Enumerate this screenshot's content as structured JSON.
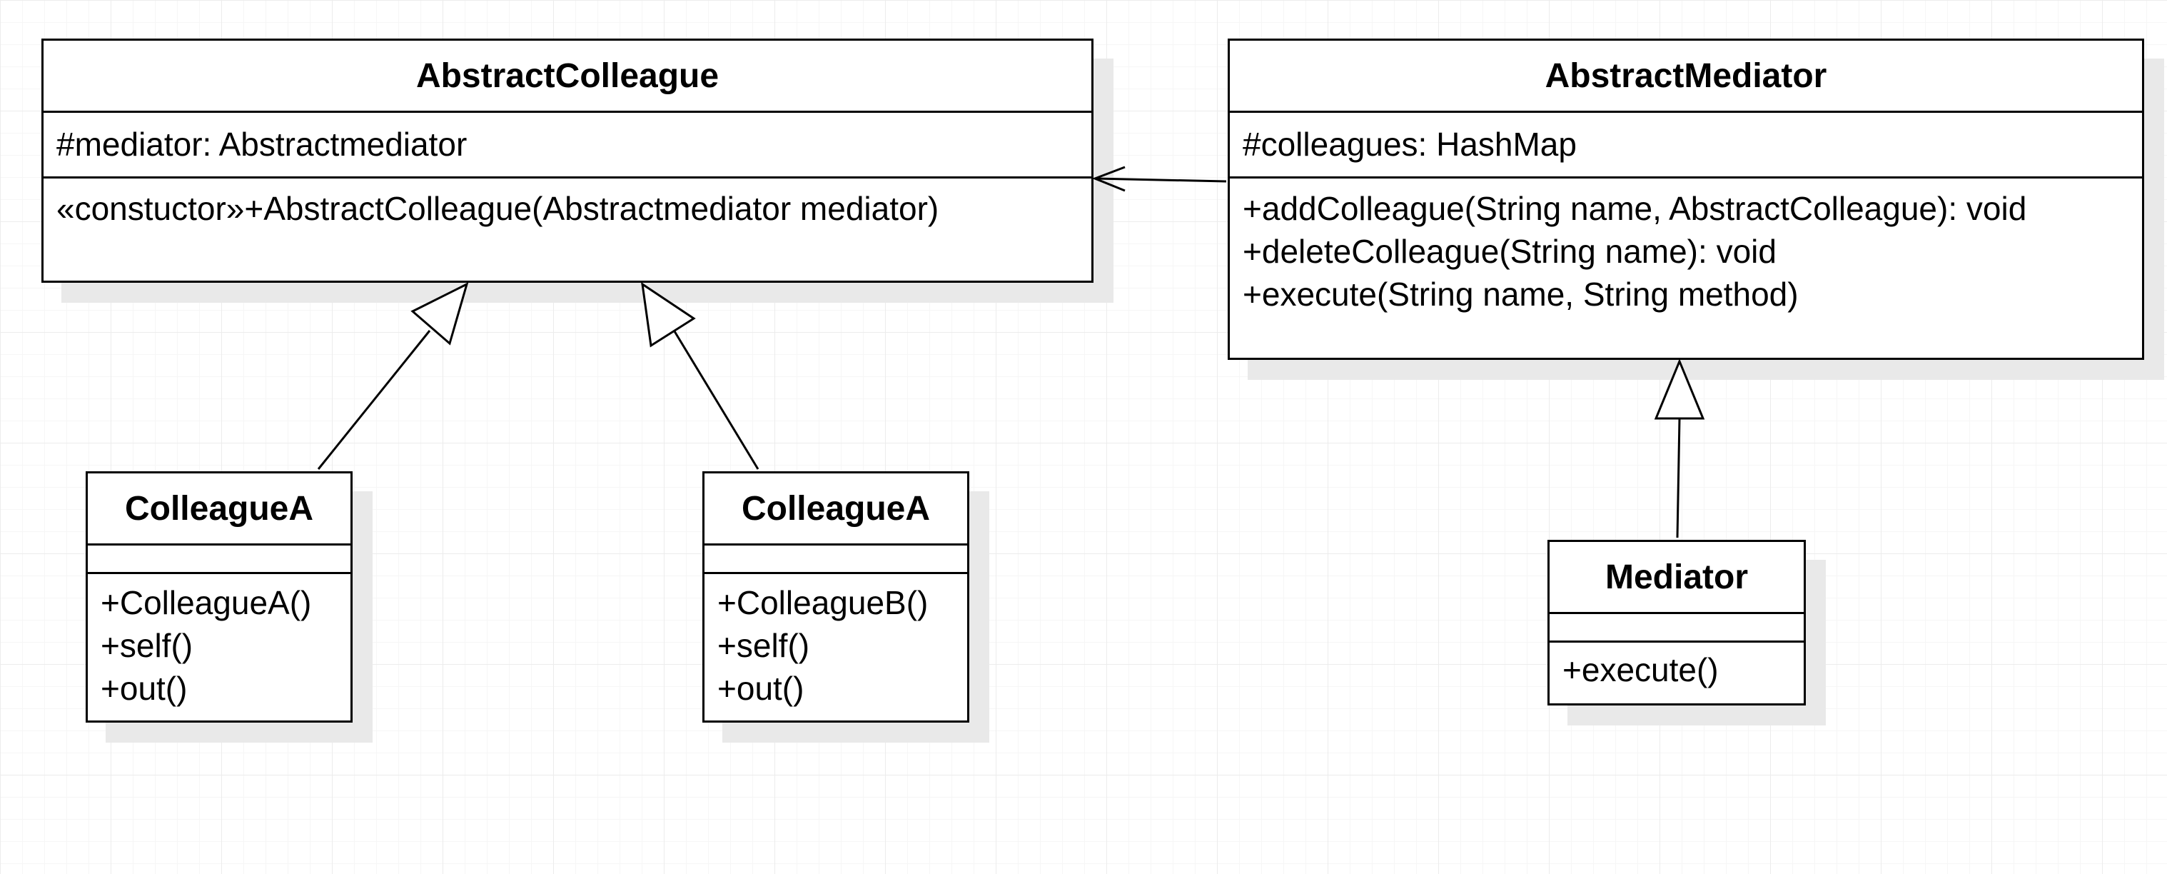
{
  "classes": {
    "abstract_colleague": {
      "name": "AbstractColleague",
      "attributes": [
        "#mediator: Abstractmediator"
      ],
      "operations": [
        "«constuctor»+AbstractColleague(Abstractmediator mediator)"
      ]
    },
    "abstract_mediator": {
      "name": "AbstractMediator",
      "attributes": [
        "#colleagues: HashMap"
      ],
      "operations": [
        "+addColleague(String name, AbstractColleague): void",
        "+deleteColleague(String name): void",
        "+execute(String name, String method)"
      ]
    },
    "colleague_a_left": {
      "name": "ColleagueA",
      "attributes": [],
      "operations": [
        "+ColleagueA()",
        "+self()",
        "+out()"
      ]
    },
    "colleague_a_right": {
      "name": "ColleagueA",
      "attributes": [],
      "operations": [
        "+ColleagueB()",
        "+self()",
        "+out()"
      ]
    },
    "mediator": {
      "name": "Mediator",
      "attributes": [],
      "operations": [
        "+execute()"
      ]
    }
  },
  "relations": [
    {
      "type": "association",
      "from": "abstract_mediator",
      "to": "abstract_colleague"
    },
    {
      "type": "generalization",
      "from": "colleague_a_left",
      "to": "abstract_colleague"
    },
    {
      "type": "generalization",
      "from": "colleague_a_right",
      "to": "abstract_colleague"
    },
    {
      "type": "generalization",
      "from": "mediator",
      "to": "abstract_mediator"
    }
  ]
}
